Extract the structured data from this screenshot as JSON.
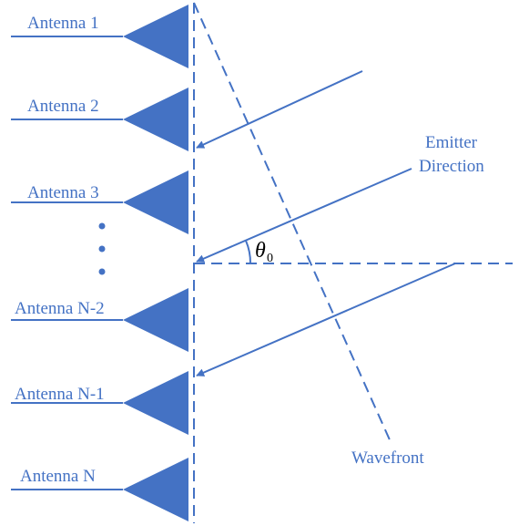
{
  "colors": {
    "primary": "#4472C4",
    "antenna_fill": "#4472C4",
    "background": "#ffffff"
  },
  "antennas": [
    {
      "label": "Antenna 1"
    },
    {
      "label": "Antenna 2"
    },
    {
      "label": "Antenna 3"
    },
    {
      "label": "Antenna N-2"
    },
    {
      "label": "Antenna N-1"
    },
    {
      "label": "Antenna N"
    }
  ],
  "emitter_label_line1": "Emitter",
  "emitter_label_line2": "Direction",
  "wavefront_label": "Wavefront",
  "angle_symbol": "θ",
  "angle_subscript": "0"
}
